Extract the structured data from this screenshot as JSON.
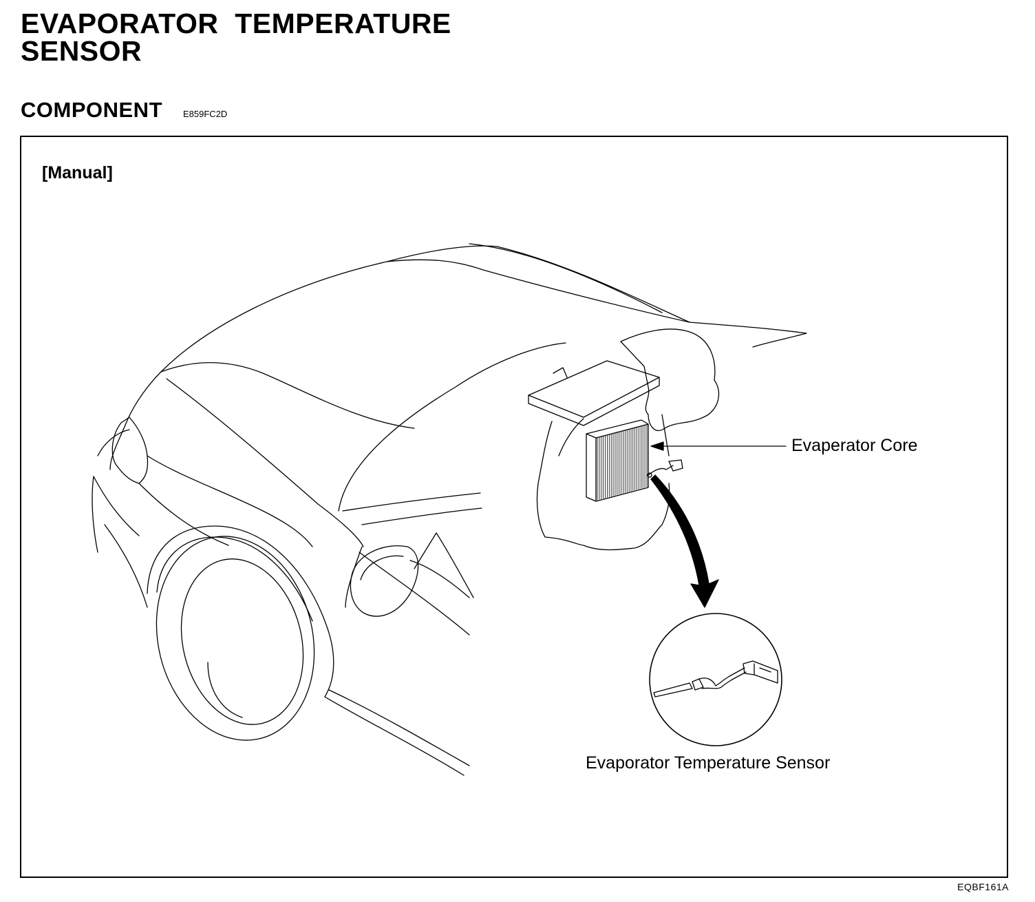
{
  "page": {
    "title_line1": "EVAPORATOR  TEMPERATURE",
    "title_line2": "SENSOR",
    "section_label": "COMPONENT",
    "section_code": "E859FC2D"
  },
  "figure": {
    "label": "[Manual]",
    "callouts": {
      "core": "Evaperator Core",
      "sensor": "Evaporator Temperature Sensor"
    },
    "figure_id": "EQBF161A"
  },
  "colors": {
    "ink": "#000000",
    "paper": "#ffffff"
  }
}
